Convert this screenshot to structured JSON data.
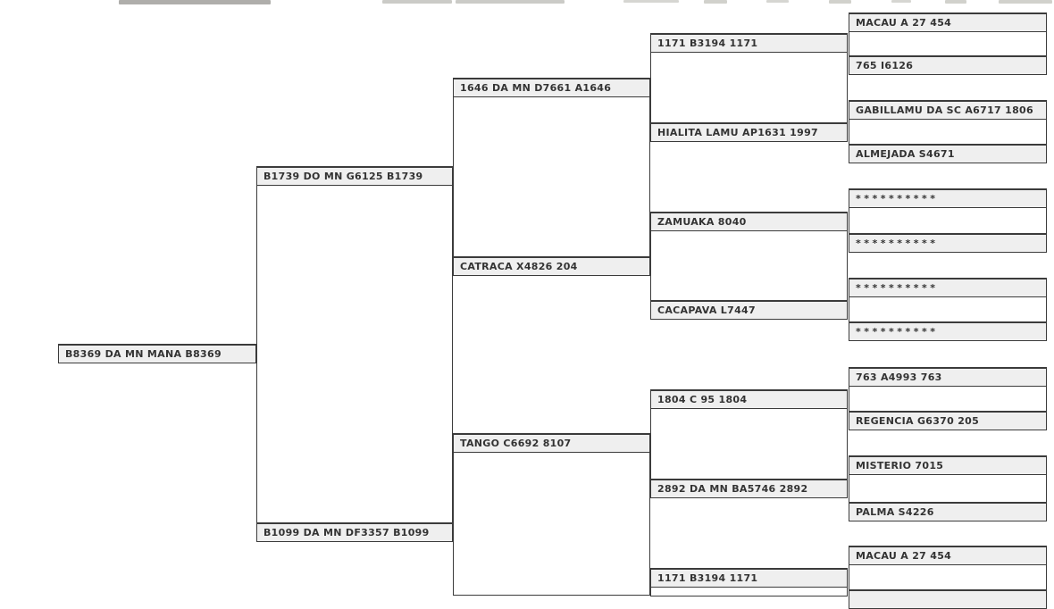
{
  "chart_title": "",
  "pedigree": {
    "gen1": [
      {
        "label": "B8369 DA MN MANA B8369"
      }
    ],
    "gen2": [
      {
        "label": "B1739 DO MN G6125 B1739"
      },
      {
        "label": "B1099 DA MN DF3357 B1099"
      }
    ],
    "gen3": [
      {
        "label": "1646 DA MN D7661 A1646"
      },
      {
        "label": "CATRACA X4826 204"
      },
      {
        "label": "TANGO C6692 8107"
      }
    ],
    "gen4": [
      {
        "label": "1171 B3194 1171"
      },
      {
        "label": "HIALITA LAMU AP1631 1997"
      },
      {
        "label": "ZAMUAKA 8040"
      },
      {
        "label": "CACAPAVA L7447"
      },
      {
        "label": "1804 C 95 1804"
      },
      {
        "label": "2892 DA MN BA5746 2892"
      },
      {
        "label": "1171 B3194 1171"
      }
    ],
    "gen5": [
      {
        "label": "MACAU A 27 454"
      },
      {
        "label": "765 I6126"
      },
      {
        "label": "GABILLAMU DA SC A6717 1806"
      },
      {
        "label": "ALMEJADA S4671"
      },
      {
        "label": "**********"
      },
      {
        "label": "**********"
      },
      {
        "label": "**********"
      },
      {
        "label": "**********"
      },
      {
        "label": "763 A4993 763"
      },
      {
        "label": "REGENCIA G6370 205"
      },
      {
        "label": "MISTERIO 7015"
      },
      {
        "label": "PALMA S4226"
      },
      {
        "label": "MACAU A 27 454"
      },
      {
        "label": ""
      }
    ]
  },
  "colors": {
    "box_fill": "#efefef",
    "box_border": "#3b3b3b",
    "text": "#333333",
    "background": "#ffffff",
    "spacer_fill": "#ffffff"
  }
}
